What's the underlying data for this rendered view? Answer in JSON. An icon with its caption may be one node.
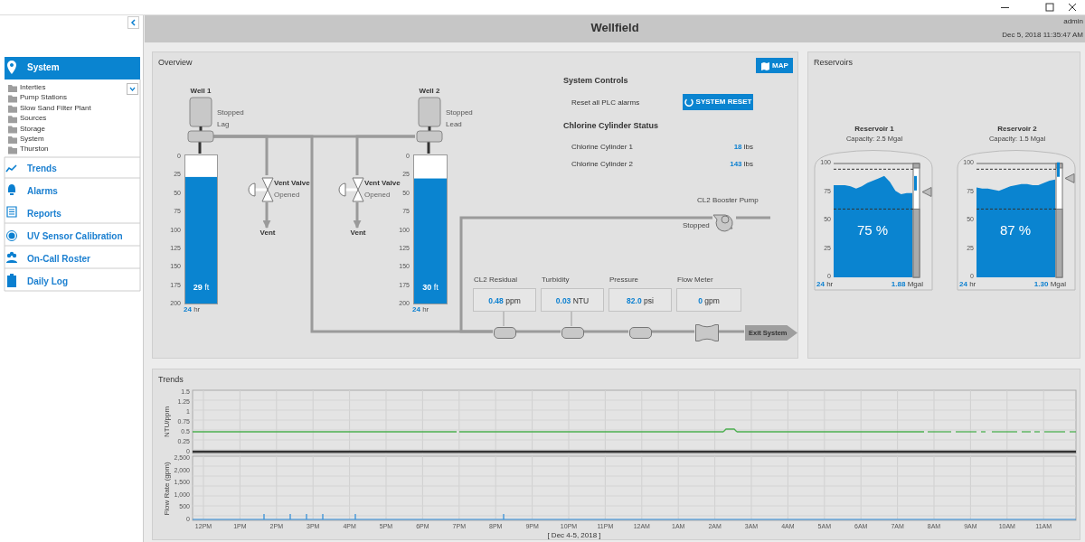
{
  "diagram": {
    "title": "Wellfield",
    "nodes": [
      {
        "text": [
          "Overview"
        ]
      },
      {
        "text": [
          "Well 1"
        ],
        "beside": [
          "Stopped",
          "Lag"
        ],
        "in": 0
      },
      {
        "text": [
          "**29** ft"
        ],
        "beside": [
          "**24** hr",
          "0",
          "25",
          "50",
          "75",
          "100",
          "125",
          "150",
          "175",
          "200"
        ],
        "in": 0
      },
      {
        "text": [
          "Vent Valve",
          "Opened"
        ],
        "in": 0
      },
      {
        "text": [
          "Vent"
        ],
        "in": 0
      },
      {
        "text": [
          "Well 2"
        ],
        "beside": [
          "Stopped",
          "Lead"
        ],
        "in": 0
      },
      {
        "text": [
          "**30** ft"
        ],
        "beside": [
          "**24** hr",
          "0",
          "25",
          "50",
          "75",
          "100",
          "125",
          "150",
          "175",
          "200"
        ],
        "in": 0
      },
      {
        "text": [
          "Vent Valve",
          "Opened"
        ],
        "in": 0
      },
      {
        "text": [
          "Vent"
        ],
        "in": 0
      },
      {
        "text": [
          "CL2 Booster Pump",
          "Stopped"
        ],
        "in": 0
      },
      {
        "text": [
          "CL2 Residual",
          "**0.48** ppm"
        ],
        "in": 0
      },
      {
        "text": [
          "Turbidity",
          "**0.03** NTU"
        ],
        "in": 0
      },
      {
        "text": [
          "Pressure",
          "**82.0** psi"
        ],
        "in": 0
      },
      {
        "text": [
          "Flow Meter",
          "**0** gpm"
        ],
        "in": 0
      },
      {
        "text": [],
        "shape": "box",
        "in": 0
      },
      {
        "text": [],
        "shape": "box",
        "in": 0
      },
      {
        "text": [],
        "shape": "box",
        "in": 0
      },
      {
        "text": [],
        "shape": "box",
        "in": 0
      },
      {
        "text": [
          "Exit System"
        ],
        "in": 0
      },
      {
        "text": [
          "Reservoirs"
        ]
      },
      {
        "text": [
          "Reservoir 1",
          "Capacity: 2.5 Mgal",
          "75 %",
          "**24** hr",
          "**1.88** Mgal"
        ],
        "in": 19
      },
      {
        "text": [
          "Reservoir 2",
          "Capacity: 1.5 Mgal",
          "87 %",
          "**24** hr",
          "**1.30** Mgal"
        ],
        "in": 19
      },
      {
        "text": [
          "Trends"
        ]
      }
    ],
    "edges": [
      {
        "from": 1,
        "to": 5,
        "arrow": "none"
      },
      {
        "from": 1,
        "to": 3,
        "arrow": "none"
      },
      {
        "from": 3,
        "to": 4,
        "arrow": "to"
      },
      {
        "from": 5,
        "to": 7,
        "arrow": "none"
      },
      {
        "from": 7,
        "to": 8,
        "arrow": "to"
      },
      {
        "from": 1,
        "to": 14,
        "arrow": "none"
      },
      {
        "from": 9,
        "to": 14,
        "arrow": "none"
      },
      {
        "from": 9,
        "to": null,
        "arrow": "none"
      },
      {
        "from": 10,
        "to": 14,
        "arrow": "none"
      },
      {
        "from": 11,
        "to": 15,
        "arrow": "none"
      },
      {
        "from": 14,
        "to": 15,
        "arrow": "none"
      },
      {
        "from": 15,
        "to": 16,
        "arrow": "none"
      },
      {
        "from": 16,
        "to": 17,
        "arrow": "none"
      },
      {
        "from": 17,
        "to": 18,
        "arrow": "none"
      },
      {
        "from": 1,
        "to": 2,
        "arrow": "none",
        "color": "#333333"
      },
      {
        "from": 5,
        "to": 6,
        "arrow": "none",
        "color": "#333333"
      }
    ],
    "labels": [
      "admin",
      "Dec 5, 2018 11:35:47 AM",
      "System",
      "Interties",
      "Pump Stations",
      "Slow Sand Filter Plant",
      "Sources",
      "Storage",
      "System",
      "Thurston",
      "Trends",
      "Alarms",
      "Reports",
      "UV Sensor Calibration",
      "On-Call Roster",
      "Daily Log",
      "MAP",
      "System Controls",
      "Reset all PLC alarms",
      "SYSTEM RESET",
      "Chlorine Cylinder Status",
      "Chlorine Cylinder 1",
      "**18** lbs",
      "Chlorine Cylinder 2",
      "**143** lbs",
      "100",
      "75",
      "50",
      "25",
      "0",
      "100",
      "75",
      "50",
      "25",
      "0",
      "1.5",
      "1.25",
      "1",
      "0.75",
      "0.5",
      "0.25",
      "0",
      "NTU/ppm",
      "2,500",
      "2,000",
      "1,500",
      "1,000",
      "500",
      "0",
      "Flow Rate (gpm)",
      "12PM",
      "1PM",
      "2PM",
      "3PM",
      "4PM",
      "5PM",
      "6PM",
      "7PM",
      "8PM",
      "9PM",
      "10PM",
      "11PM",
      "12AM",
      "1AM",
      "2AM",
      "3AM",
      "4AM",
      "5AM",
      "6AM",
      "7AM",
      "8AM",
      "9AM",
      "10AM",
      "11AM",
      "[ Dec 4-5, 2018 ]"
    ]
  }
}
